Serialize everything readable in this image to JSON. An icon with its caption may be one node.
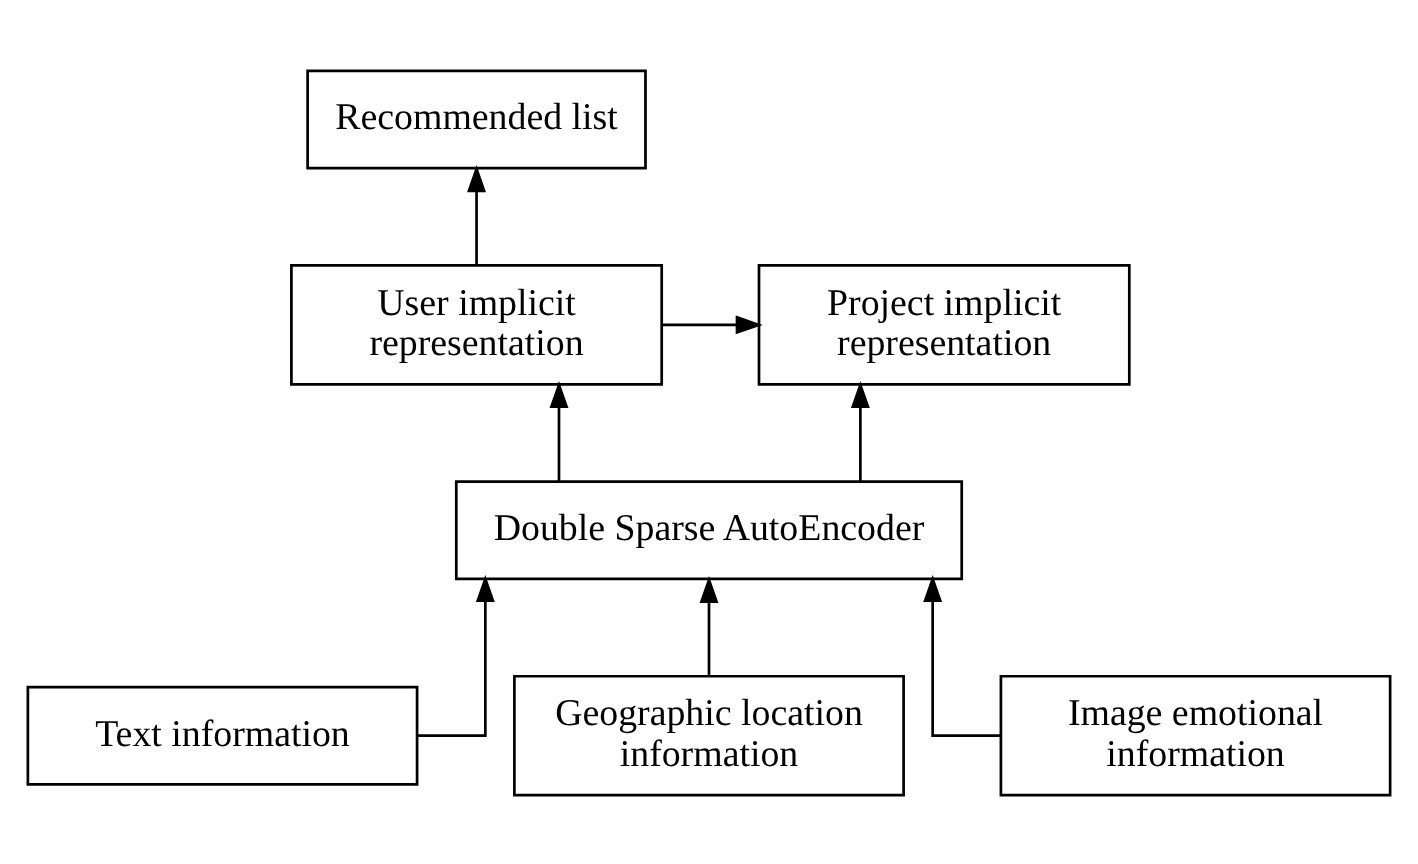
{
  "diagram": {
    "nodes": [
      {
        "text": [
          "Recommended list"
        ]
      },
      {
        "text": [
          "User implicit representation"
        ]
      },
      {
        "text": [
          "Project implicit representation"
        ]
      },
      {
        "text": [
          "Double Sparse AutoEncoder"
        ]
      },
      {
        "text": [
          "Text information"
        ]
      },
      {
        "text": [
          "Geographic location information"
        ]
      },
      {
        "text": [
          "Image emotional information"
        ]
      }
    ],
    "edges": [
      {
        "from": 1,
        "to": 0,
        "arrow": "to"
      },
      {
        "from": 1,
        "to": 2,
        "arrow": "to"
      },
      {
        "from": 3,
        "to": 1,
        "arrow": "to"
      },
      {
        "from": 3,
        "to": 2,
        "arrow": "to"
      },
      {
        "from": 4,
        "to": 3,
        "arrow": "to"
      },
      {
        "from": 5,
        "to": 3,
        "arrow": "to"
      },
      {
        "from": 6,
        "to": 3,
        "arrow": "to"
      }
    ]
  }
}
